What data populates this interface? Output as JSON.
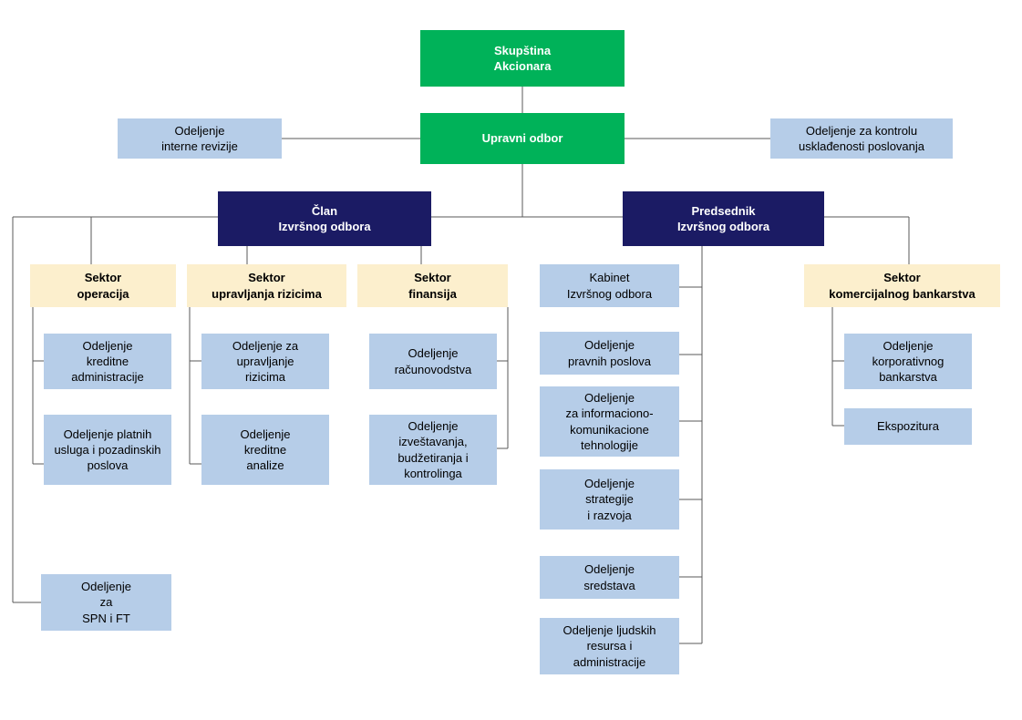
{
  "diagram": {
    "type": "organizational-chart",
    "title_visible": false,
    "language": "sr",
    "colors": {
      "green": "#00B259",
      "navy": "#1B1B64",
      "cream": "#FCEFCD",
      "blue": "#B6CDE8",
      "connector": "#595959",
      "text_light": "#FFFFFF",
      "text_dark": "#000000",
      "background": "#FFFFFF"
    }
  },
  "nodes": {
    "skupstina_akcionara": {
      "label": "Skupština\nAkcionara",
      "level": "assembly",
      "style": "green"
    },
    "upravni_odbor": {
      "label": "Upravni odbor",
      "level": "board",
      "style": "green"
    },
    "odeljenje_interne_revizije": {
      "label": "Odeljenje\ninterne revizije",
      "level": "board-staff",
      "style": "blue"
    },
    "odeljenje_kontrole_uskladjenosti": {
      "label": "Odeljenje za kontrolu\nusklađenosti poslovanja",
      "level": "board-staff",
      "style": "blue"
    },
    "clan_izvrsnog_odbora": {
      "label": "Član\nIzvršnog odbora",
      "level": "executive",
      "style": "navy"
    },
    "predsednik_izvrsnog_odbora": {
      "label": "Predsednik\nIzvršnog odbora",
      "level": "executive",
      "style": "navy"
    },
    "sektor_operacija": {
      "label": "Sektor\noperacija",
      "level": "sector",
      "style": "cream"
    },
    "sektor_upravljanja_rizicima": {
      "label": "Sektor\nupravljanja rizicima",
      "level": "sector",
      "style": "cream"
    },
    "sektor_finansija": {
      "label": "Sektor\nfinansija",
      "level": "sector",
      "style": "cream"
    },
    "sektor_komercijalnog_bankarstva": {
      "label": "Sektor\nkomercijalnog bankarstva",
      "level": "sector",
      "style": "cream"
    },
    "odeljenje_kreditne_administracije": {
      "label": "Odeljenje\nkreditne\nadministracije",
      "level": "department",
      "style": "blue"
    },
    "odeljenje_platnih_usluga": {
      "label": "Odeljenje platnih\nusluga i pozadinskih\nposlova",
      "level": "department",
      "style": "blue"
    },
    "odeljenje_spn_ft": {
      "label": "Odeljenje\nza\nSPN i FT",
      "level": "department",
      "style": "blue"
    },
    "odeljenje_za_upravljanje_rizicima": {
      "label": "Odeljenje za\nupravljanje\nrizicima",
      "level": "department",
      "style": "blue"
    },
    "odeljenje_kreditne_analize": {
      "label": "Odeljenje\nkreditne\nanalize",
      "level": "department",
      "style": "blue"
    },
    "odeljenje_racunovodstva": {
      "label": "Odeljenje\nračunovodstva",
      "level": "department",
      "style": "blue"
    },
    "odeljenje_izvestavanja": {
      "label": "Odeljenje\nizveštavanja,\nbudžetiranja i\nkontrolinga",
      "level": "department",
      "style": "blue"
    },
    "kabinet_izvrsnog_odbora": {
      "label": "Kabinet\nIzvršnog odbora",
      "level": "department",
      "style": "blue"
    },
    "odeljenje_pravnih_poslova": {
      "label": "Odeljenje\npravnih poslova",
      "level": "department",
      "style": "blue"
    },
    "odeljenje_ikt": {
      "label": "Odeljenje\nza informaciono-\nkomunikacione\ntehnologije",
      "level": "department",
      "style": "blue"
    },
    "odeljenje_strategije_i_razvoja": {
      "label": "Odeljenje\nstrategije\ni razvoja",
      "level": "department",
      "style": "blue"
    },
    "odeljenje_sredstava": {
      "label": "Odeljenje\nsredstava",
      "level": "department",
      "style": "blue"
    },
    "odeljenje_ljudskih_resursa": {
      "label": "Odeljenje ljudskih\nresursa i\nadministracije",
      "level": "department",
      "style": "blue"
    },
    "odeljenje_korporativnog_bankarstva": {
      "label": "Odeljenje\nkorporativnog\nbankarstva",
      "level": "department",
      "style": "blue"
    },
    "ekspozitura": {
      "label": "Ekspozitura",
      "level": "department",
      "style": "blue"
    }
  },
  "hierarchy": [
    {
      "parent": "skupstina_akcionara",
      "child": "upravni_odbor"
    },
    {
      "parent": "upravni_odbor",
      "child": "odeljenje_interne_revizije"
    },
    {
      "parent": "upravni_odbor",
      "child": "odeljenje_kontrole_uskladjenosti"
    },
    {
      "parent": "upravni_odbor",
      "child": "clan_izvrsnog_odbora"
    },
    {
      "parent": "upravni_odbor",
      "child": "predsednik_izvrsnog_odbora"
    },
    {
      "parent": "clan_izvrsnog_odbora",
      "child": "sektor_operacija"
    },
    {
      "parent": "clan_izvrsnog_odbora",
      "child": "sektor_upravljanja_rizicima"
    },
    {
      "parent": "clan_izvrsnog_odbora",
      "child": "sektor_finansija"
    },
    {
      "parent": "clan_izvrsnog_odbora",
      "child": "odeljenje_spn_ft"
    },
    {
      "parent": "sektor_operacija",
      "child": "odeljenje_kreditne_administracije"
    },
    {
      "parent": "sektor_operacija",
      "child": "odeljenje_platnih_usluga"
    },
    {
      "parent": "sektor_upravljanja_rizicima",
      "child": "odeljenje_za_upravljanje_rizicima"
    },
    {
      "parent": "sektor_upravljanja_rizicima",
      "child": "odeljenje_kreditne_analize"
    },
    {
      "parent": "sektor_finansija",
      "child": "odeljenje_racunovodstva"
    },
    {
      "parent": "sektor_finansija",
      "child": "odeljenje_izvestavanja"
    },
    {
      "parent": "predsednik_izvrsnog_odbora",
      "child": "kabinet_izvrsnog_odbora"
    },
    {
      "parent": "predsednik_izvrsnog_odbora",
      "child": "odeljenje_pravnih_poslova"
    },
    {
      "parent": "predsednik_izvrsnog_odbora",
      "child": "odeljenje_ikt"
    },
    {
      "parent": "predsednik_izvrsnog_odbora",
      "child": "odeljenje_strategije_i_razvoja"
    },
    {
      "parent": "predsednik_izvrsnog_odbora",
      "child": "odeljenje_sredstava"
    },
    {
      "parent": "predsednik_izvrsnog_odbora",
      "child": "odeljenje_ljudskih_resursa"
    },
    {
      "parent": "predsednik_izvrsnog_odbora",
      "child": "sektor_komercijalnog_bankarstva"
    },
    {
      "parent": "sektor_komercijalnog_bankarstva",
      "child": "odeljenje_korporativnog_bankarstva"
    },
    {
      "parent": "sektor_komercijalnog_bankarstva",
      "child": "ekspozitura"
    }
  ]
}
